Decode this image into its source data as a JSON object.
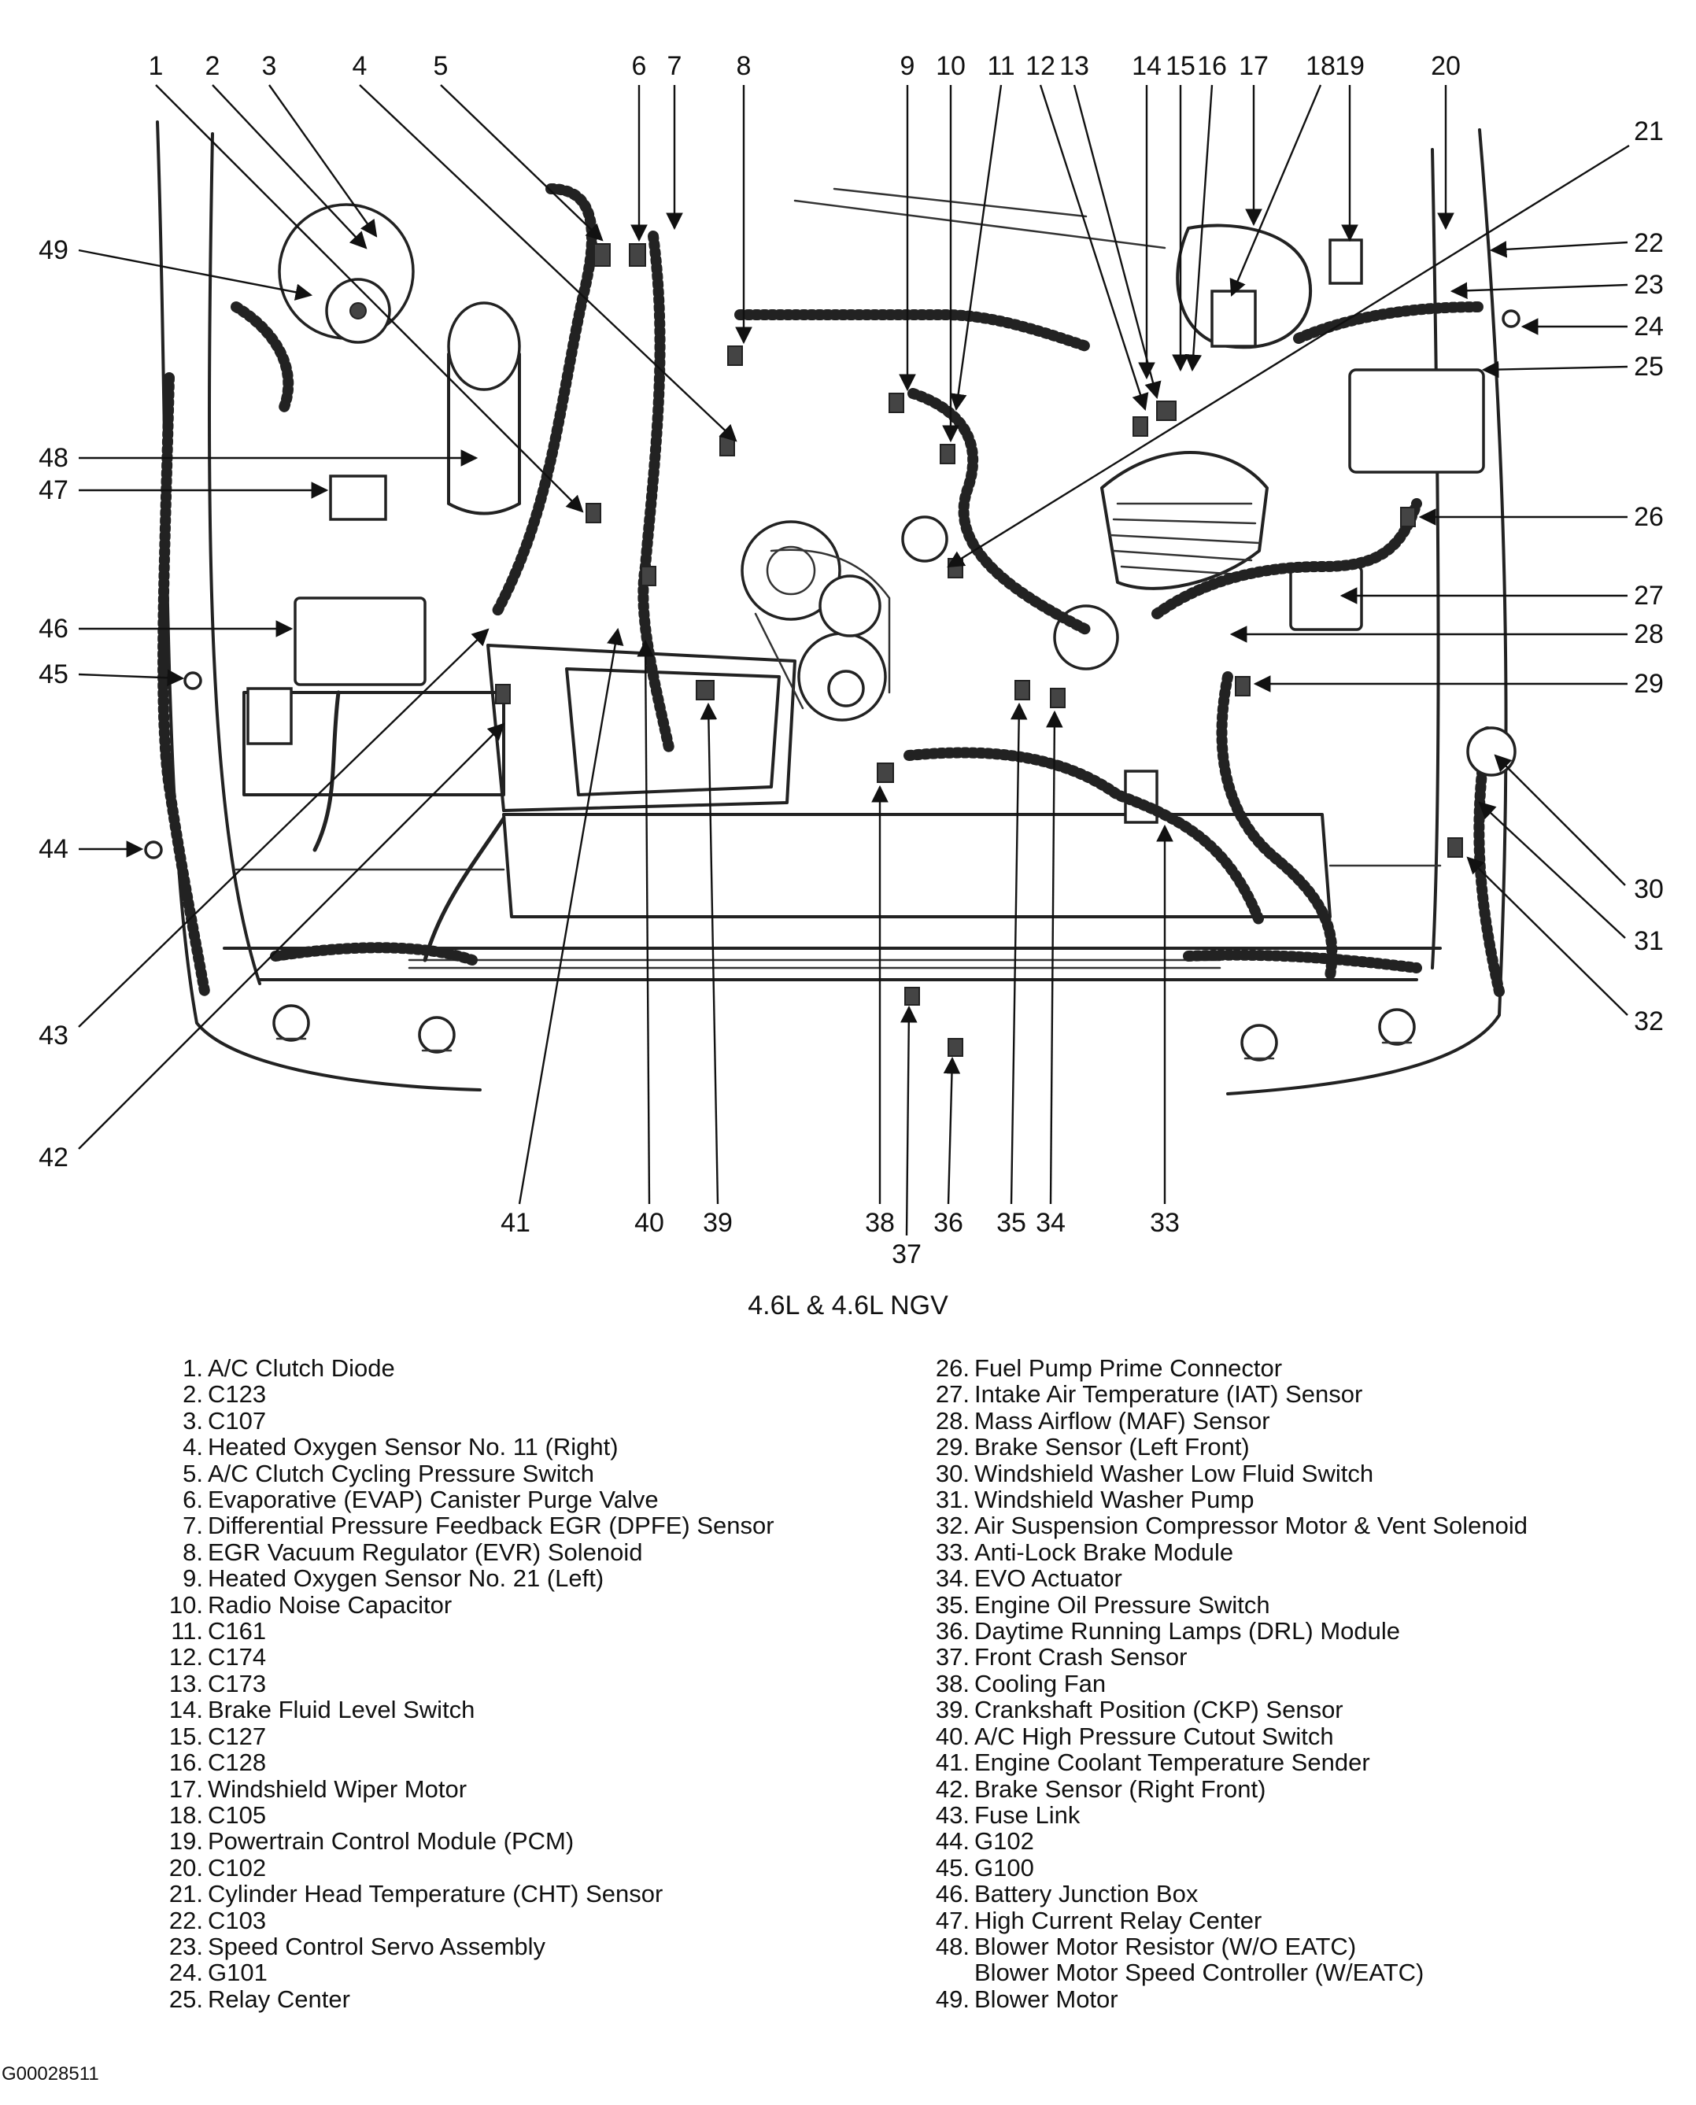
{
  "caption": "4.6L & 4.6L NGV",
  "figure_id": "G00028511",
  "legend_left": [
    {
      "num": "1.",
      "text": "A/C Clutch Diode"
    },
    {
      "num": "2.",
      "text": "C123"
    },
    {
      "num": "3.",
      "text": "C107"
    },
    {
      "num": "4.",
      "text": "Heated Oxygen Sensor No. 11 (Right)"
    },
    {
      "num": "5.",
      "text": "A/C Clutch Cycling Pressure Switch"
    },
    {
      "num": "6.",
      "text": "Evaporative (EVAP) Canister Purge Valve"
    },
    {
      "num": "7.",
      "text": "Differential Pressure Feedback EGR (DPFE) Sensor"
    },
    {
      "num": "8.",
      "text": "EGR Vacuum Regulator (EVR) Solenoid"
    },
    {
      "num": "9.",
      "text": "Heated Oxygen Sensor No. 21 (Left)"
    },
    {
      "num": "10.",
      "text": "Radio Noise Capacitor"
    },
    {
      "num": "11.",
      "text": "C161"
    },
    {
      "num": "12.",
      "text": "C174"
    },
    {
      "num": "13.",
      "text": "C173"
    },
    {
      "num": "14.",
      "text": "Brake Fluid Level Switch"
    },
    {
      "num": "15.",
      "text": "C127"
    },
    {
      "num": "16.",
      "text": "C128"
    },
    {
      "num": "17.",
      "text": "Windshield Wiper Motor"
    },
    {
      "num": "18.",
      "text": "C105"
    },
    {
      "num": "19.",
      "text": "Powertrain Control Module (PCM)"
    },
    {
      "num": "20.",
      "text": "C102"
    },
    {
      "num": "21.",
      "text": "Cylinder Head Temperature (CHT) Sensor"
    },
    {
      "num": "22.",
      "text": "C103"
    },
    {
      "num": "23.",
      "text": "Speed Control Servo Assembly"
    },
    {
      "num": "24.",
      "text": "G101"
    },
    {
      "num": "25.",
      "text": "Relay Center"
    }
  ],
  "legend_right": [
    {
      "num": "26.",
      "text": "Fuel Pump Prime Connector"
    },
    {
      "num": "27.",
      "text": "Intake Air Temperature (IAT) Sensor"
    },
    {
      "num": "28.",
      "text": "Mass Airflow (MAF) Sensor"
    },
    {
      "num": "29.",
      "text": "Brake Sensor (Left Front)"
    },
    {
      "num": "30.",
      "text": "Windshield Washer Low Fluid Switch"
    },
    {
      "num": "31.",
      "text": "Windshield Washer Pump"
    },
    {
      "num": "32.",
      "text": "Air Suspension Compressor Motor & Vent Solenoid"
    },
    {
      "num": "33.",
      "text": "Anti-Lock Brake Module"
    },
    {
      "num": "34.",
      "text": "EVO Actuator"
    },
    {
      "num": "35.",
      "text": "Engine Oil Pressure Switch"
    },
    {
      "num": "36.",
      "text": "Daytime Running Lamps (DRL) Module"
    },
    {
      "num": "37.",
      "text": "Front Crash Sensor"
    },
    {
      "num": "38.",
      "text": "Cooling Fan"
    },
    {
      "num": "39.",
      "text": "Crankshaft Position (CKP) Sensor"
    },
    {
      "num": "40.",
      "text": "A/C High Pressure Cutout Switch"
    },
    {
      "num": "41.",
      "text": "Engine Coolant Temperature Sender"
    },
    {
      "num": "42.",
      "text": "Brake Sensor (Right Front)"
    },
    {
      "num": "43.",
      "text": "Fuse Link"
    },
    {
      "num": "44.",
      "text": "G102"
    },
    {
      "num": "45.",
      "text": "G100"
    },
    {
      "num": "46.",
      "text": "Battery Junction Box"
    },
    {
      "num": "47.",
      "text": "High Current Relay Center"
    },
    {
      "num": "48.",
      "text": "Blower Motor Resistor (W/O EATC)"
    },
    {
      "num": "",
      "text": "Blower Motor Speed Controller (W/EATC)"
    },
    {
      "num": "49.",
      "text": "Blower Motor"
    }
  ],
  "callouts": [
    "1",
    "2",
    "3",
    "4",
    "5",
    "6",
    "7",
    "8",
    "9",
    "10",
    "11",
    "12",
    "13",
    "14",
    "15",
    "16",
    "17",
    "18",
    "19",
    "20",
    "21",
    "22",
    "23",
    "24",
    "25",
    "26",
    "27",
    "28",
    "29",
    "30",
    "31",
    "32",
    "33",
    "34",
    "35",
    "36",
    "37",
    "38",
    "39",
    "40",
    "41",
    "42",
    "43",
    "44",
    "45",
    "46",
    "47",
    "48",
    "49"
  ]
}
